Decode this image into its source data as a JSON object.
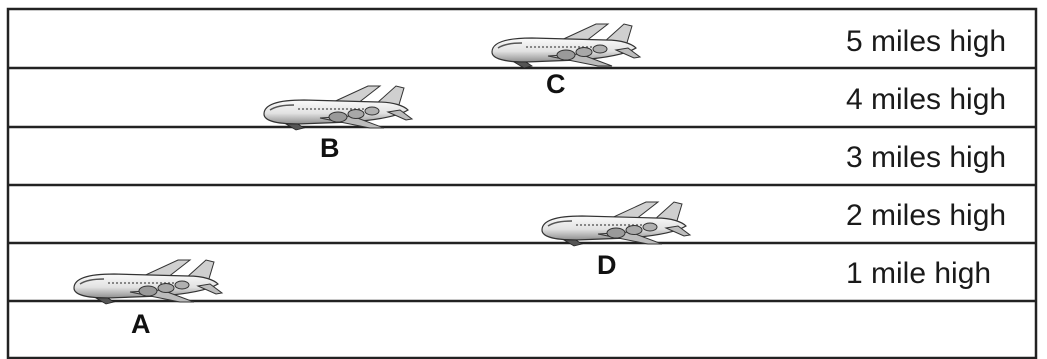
{
  "levels": [
    {
      "label": "5 miles high"
    },
    {
      "label": "4 miles high"
    },
    {
      "label": "3 miles high"
    },
    {
      "label": "2 miles high"
    },
    {
      "label": "1 mile high"
    }
  ],
  "planes": [
    {
      "label": "A",
      "altitude_miles": 0.5
    },
    {
      "label": "B",
      "altitude_miles": 3.5
    },
    {
      "label": "C",
      "altitude_miles": 4.5
    },
    {
      "label": "D",
      "altitude_miles": 1.5
    }
  ],
  "colors": {
    "line": "#222222",
    "plane_body": "#e8e8e8",
    "plane_shade": "#8a8a8a",
    "text": "#111111"
  }
}
